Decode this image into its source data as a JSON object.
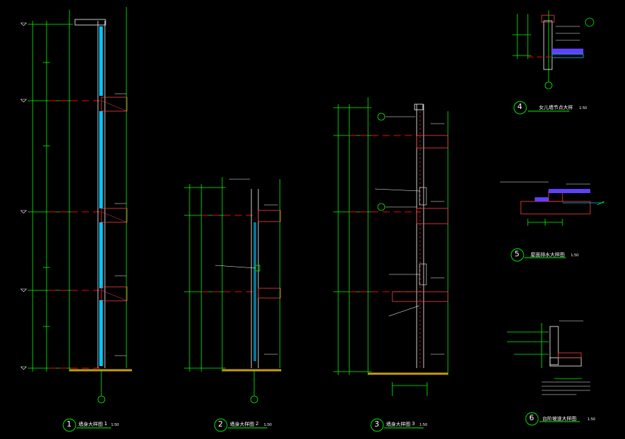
{
  "drawing": {
    "background": "#000000",
    "colors": {
      "dimension": "#00ff00",
      "wall": "#ffffff",
      "glass": "#00c8ff",
      "axis_dash": "#ff0000",
      "hatch": "#ff4040",
      "ground": "#c8a000",
      "marker": "#00ff00",
      "detail_fill": "#6040ff",
      "leader": "#ffffff",
      "frame": "#00ff00"
    },
    "sections": [
      {
        "num": "1",
        "title": "墙身大样图",
        "sub": "1",
        "scale": "1:50"
      },
      {
        "num": "2",
        "title": "墙身大样图",
        "sub": "2",
        "scale": "1:50"
      },
      {
        "num": "3",
        "title": "墙身大样图",
        "sub": "3",
        "scale": "1:50"
      },
      {
        "num": "4",
        "title": "女儿墙节点大样",
        "sub": "",
        "scale": "1:50"
      },
      {
        "num": "5",
        "title": "屋面排水大样图",
        "sub": "",
        "scale": "1:50"
      },
      {
        "num": "6",
        "title": "台阶坡道大样图",
        "sub": "",
        "scale": "1:50"
      }
    ]
  }
}
